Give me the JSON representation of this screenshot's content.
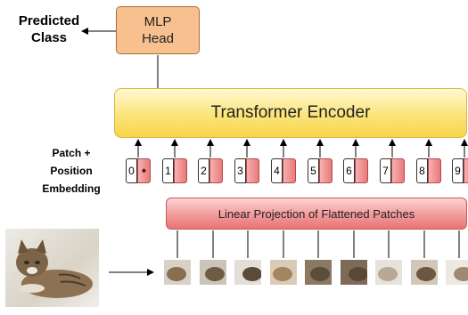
{
  "predicted": {
    "line1": "Predicted",
    "line2": "Class"
  },
  "mlp_head": {
    "line1": "MLP",
    "line2": "Head"
  },
  "encoder": {
    "label": "Transformer Encoder"
  },
  "patch_embedding": {
    "line1": "Patch +",
    "line2": "Position",
    "line3": "Embedding"
  },
  "linear_projection": {
    "label": "Linear Projection of Flattened Patches"
  },
  "tokens": [
    {
      "pos": "0",
      "extra": "*"
    },
    {
      "pos": "1",
      "extra": ""
    },
    {
      "pos": "2",
      "extra": ""
    },
    {
      "pos": "3",
      "extra": ""
    },
    {
      "pos": "4",
      "extra": ""
    },
    {
      "pos": "5",
      "extra": ""
    },
    {
      "pos": "6",
      "extra": ""
    },
    {
      "pos": "7",
      "extra": ""
    },
    {
      "pos": "8",
      "extra": ""
    },
    {
      "pos": "9",
      "extra": ""
    }
  ],
  "colors": {
    "mlp_fill": "#f7c08e",
    "encoder_fill": "#fbe47a",
    "linear_fill": "#f29a9a",
    "embedding_fill": "#e97a7a"
  }
}
